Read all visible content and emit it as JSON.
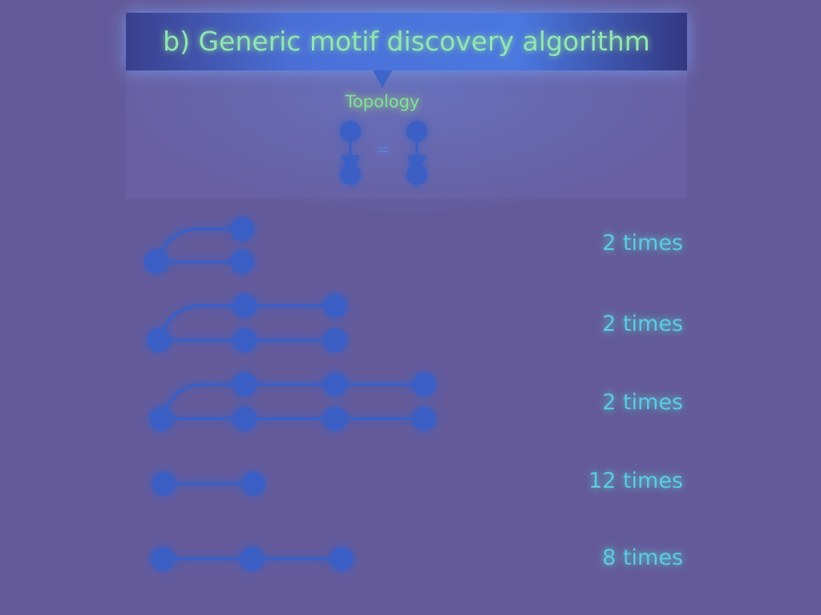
{
  "title": "b) Generic motif discovery algorithm",
  "topology": {
    "label": "Topology",
    "equals": "="
  },
  "motifs": [
    {
      "count_label": "2 times"
    },
    {
      "count_label": "2 times"
    },
    {
      "count_label": "2 times"
    },
    {
      "count_label": "12 times"
    },
    {
      "count_label": "8 times"
    }
  ],
  "colors": {
    "background": "#645a9a",
    "node": "#3a5fc4",
    "edge": "#3a5fc4",
    "title_text": "#8fe6b8",
    "count_text": "#5fc8e8"
  }
}
